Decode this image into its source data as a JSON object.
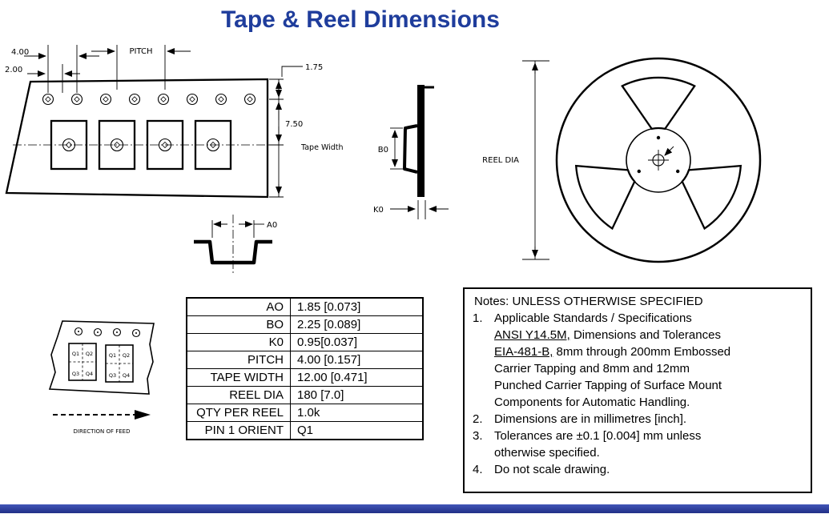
{
  "title": "Tape & Reel Dimensions",
  "colors": {
    "title_blue": "#1f3d9c",
    "footer_bar_blue": "#2c3f9f",
    "drawing_black": "#000000"
  },
  "tape_drawing": {
    "dim_sprocket_pitch": "4.00",
    "dim_offset": "2.00",
    "pitch_label": "PITCH",
    "dim_edge_to_hole": "1.75",
    "dim_hole_to_pocket": "7.50",
    "tape_width_label": "Tape Width",
    "a0_label": "A0"
  },
  "section_view": {
    "b0_label": "B0",
    "k0_label": "K0"
  },
  "reel_drawing": {
    "reel_dia_label": "REEL DIA"
  },
  "orientation_drawing": {
    "q1": "Q1",
    "q2": "Q2",
    "q3": "Q3",
    "q4": "Q4",
    "direction_label": "DIRECTION OF FEED"
  },
  "table": {
    "rows": [
      {
        "label": "AO",
        "value": "1.85 [0.073]"
      },
      {
        "label": "BO",
        "value": "2.25 [0.089]"
      },
      {
        "label": "K0",
        "value": "0.95[0.037]"
      },
      {
        "label": "PITCH",
        "value": "4.00 [0.157]"
      },
      {
        "label": "TAPE WIDTH",
        "value": "12.00 [0.471]"
      },
      {
        "label": "REEL DIA",
        "value": "180 [7.0]"
      },
      {
        "label": "QTY PER REEL",
        "value": "1.0k"
      },
      {
        "label": "PIN 1 ORIENT",
        "value": "Q1"
      }
    ]
  },
  "notes": {
    "header": "Notes: UNLESS OTHERWISE SPECIFIED",
    "n1_num": "1.",
    "n1_l1": "Applicable Standards / Specifications",
    "n1_l2u": "ANSI Y14.5M,",
    "n1_l2": " Dimensions and Tolerances",
    "n1_l3u": "EIA-481-B,",
    "n1_l3": " 8mm through 200mm Embossed",
    "n1_l4": "Carrier Tapping and 8mm and 12mm",
    "n1_l5": "Punched Carrier Tapping of Surface Mount",
    "n1_l6": "Components for Automatic Handling.",
    "n2_num": "2.",
    "n2": "Dimensions are in millimetres [inch].",
    "n3_num": "3.",
    "n3_l1": "Tolerances are ±0.1 [0.004] mm unless",
    "n3_l2": "otherwise specified.",
    "n4_num": "4.",
    "n4": "Do not scale drawing."
  }
}
